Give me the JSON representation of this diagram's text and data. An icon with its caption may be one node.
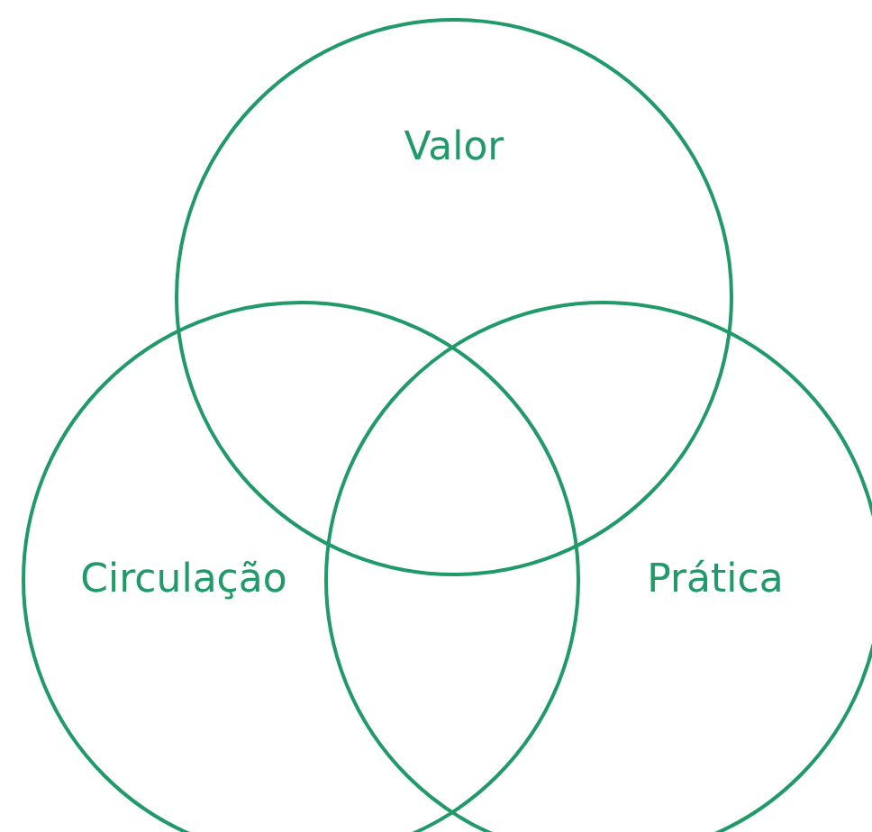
{
  "diagram": {
    "nodes": [
      {
        "text": [
          "Valor"
        ]
      },
      {
        "text": [
          "Circulação"
        ]
      },
      {
        "text": [
          "Prática"
        ]
      }
    ]
  }
}
